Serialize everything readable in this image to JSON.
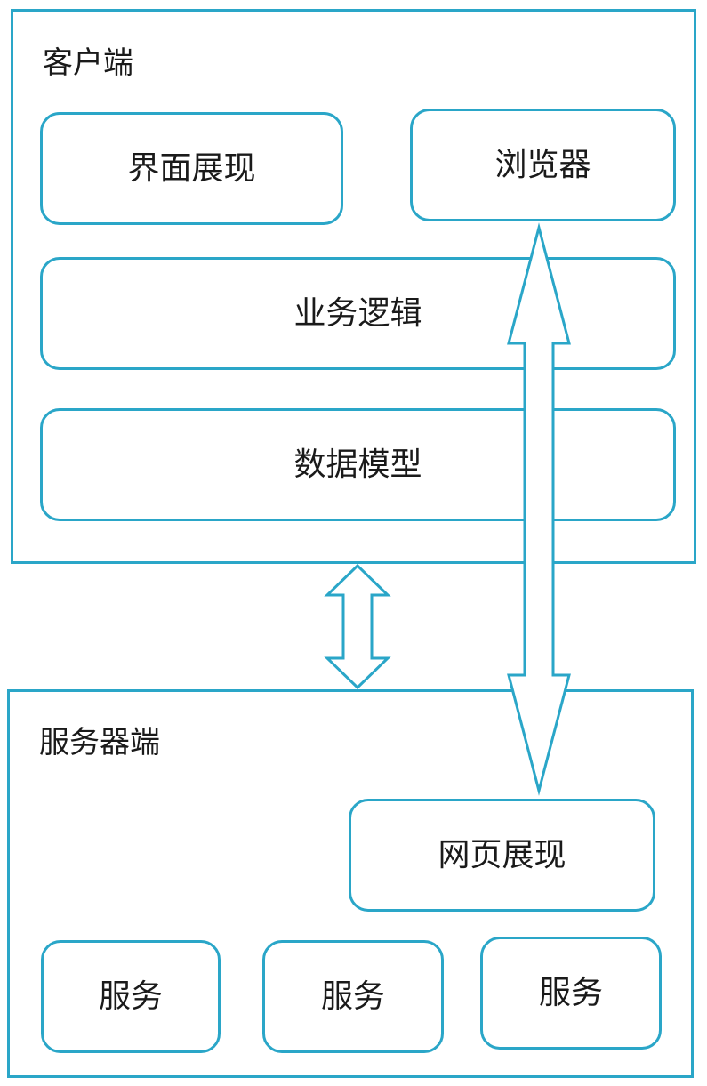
{
  "client": {
    "title": "客户端",
    "ui_display": "界面展现",
    "browser": "浏览器",
    "business_logic": "业务逻辑",
    "data_model": "数据模型"
  },
  "server": {
    "title": "服务器端",
    "web_display": "网页展现",
    "services": [
      "服务",
      "服务",
      "服务"
    ]
  },
  "colors": {
    "accent": "#2aa6c8",
    "text": "#1a1a1a",
    "background": "#ffffff"
  }
}
